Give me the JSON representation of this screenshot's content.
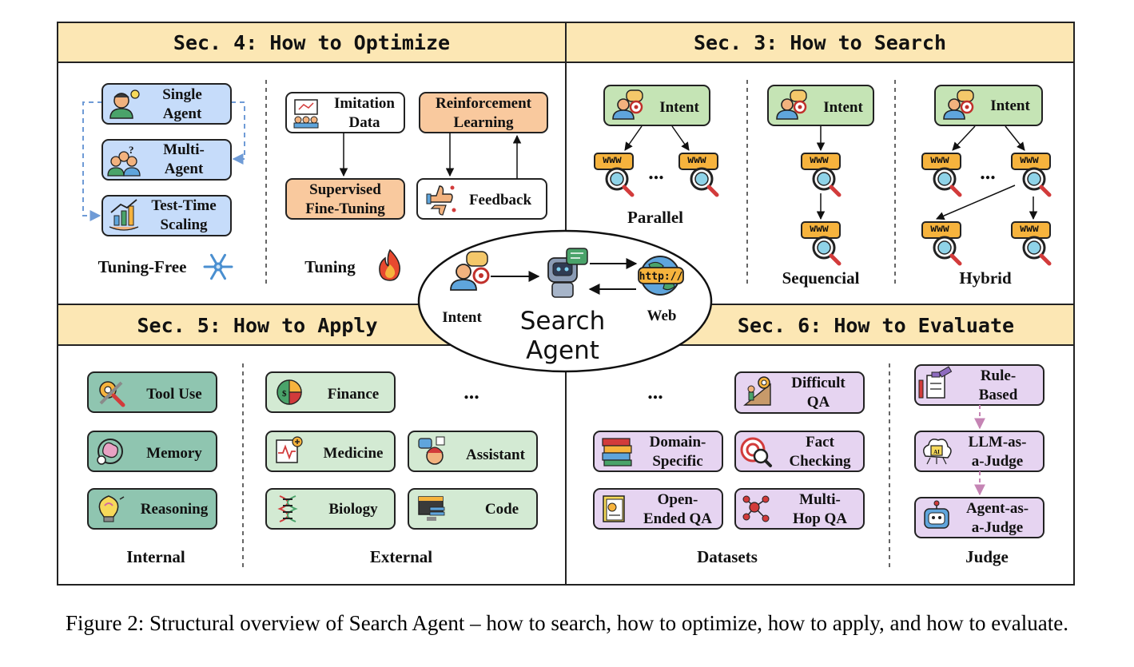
{
  "headers": {
    "optimize": "Sec. 4: How to Optimize",
    "search": "Sec. 3: How to Search",
    "apply": "Sec. 5: How to Apply",
    "evaluate": "Sec. 6: How to Evaluate"
  },
  "optimize": {
    "tuning_free": {
      "label": "Tuning-Free",
      "items": [
        "Single",
        "Agent",
        "Multi-",
        "Agent",
        "Test-Time",
        "Scaling"
      ]
    },
    "tuning": {
      "label": "Tuning",
      "imitation": [
        "Imitation",
        "Data"
      ],
      "rl": [
        "Reinforcement",
        "Learning"
      ],
      "sft": [
        "Supervised",
        "Fine-Tuning"
      ],
      "feedback": "Feedback"
    }
  },
  "search": {
    "intent": "Intent",
    "ellipsis": "...",
    "parallel": "Parallel",
    "sequential": "Sequencial",
    "hybrid": "Hybrid",
    "www": "www"
  },
  "center": {
    "intent": "Intent",
    "web": "Web",
    "http": "http://",
    "title_line1": "Search",
    "title_line2": "Agent"
  },
  "apply": {
    "internal_label": "Internal",
    "external_label": "External",
    "internal": [
      "Tool Use",
      "Memory",
      "Reasoning"
    ],
    "external": [
      "Finance",
      "Medicine",
      "Assistant",
      "Biology",
      "Code"
    ],
    "ellipsis": "..."
  },
  "evaluate": {
    "datasets_label": "Datasets",
    "judge_label": "Judge",
    "ellipsis": "...",
    "difficult": [
      "Difficult",
      "QA"
    ],
    "domain": [
      "Domain-",
      "Specific"
    ],
    "fact": [
      "Fact",
      "Checking"
    ],
    "open": [
      "Open-",
      "Ended QA"
    ],
    "multi": [
      "Multi-",
      "Hop QA"
    ],
    "rule": [
      "Rule-",
      "Based"
    ],
    "llm": [
      "LLM-as-",
      "a-Judge"
    ],
    "agent": [
      "Agent-as-",
      "a-Judge"
    ],
    "ai": "AI"
  },
  "caption": "Figure 2: Structural overview of Search Agent – how to search, how to optimize, how to apply, and how to evaluate.",
  "colors": {
    "header_bg": "#fce7b4",
    "blue": "#c6dcfa",
    "orange": "#f9c99e",
    "green": "#c5e4b5",
    "teal": "#8fc5b0",
    "lightgreen": "#d3ead3",
    "purple": "#e6d4f1",
    "dash_blue": "#6f9bd6",
    "dash_pink": "#c584b4"
  }
}
